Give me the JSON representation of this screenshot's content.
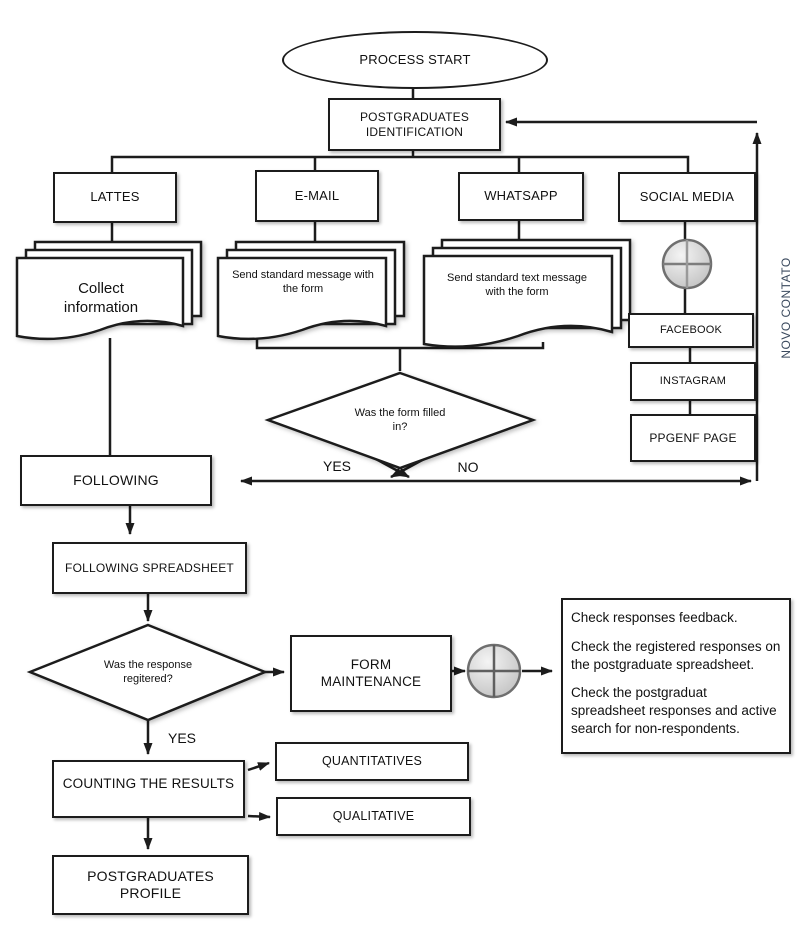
{
  "colors": {
    "stroke": "#1c1c1c",
    "connector_circle_border": "#6f6f6f",
    "connector_circle_fill": "#d9d9d9",
    "novo_contato_text": "#3b4a5e"
  },
  "nodes": {
    "process_start": "PROCESS START",
    "postgraduates_identification": "POSTGRADUATES IDENTIFICATION",
    "lattes": "LATTES",
    "email": "E-MAIL",
    "whatsapp": "WHATSAPP",
    "social_media": "SOCIAL MEDIA",
    "collect_information": "Collect information",
    "email_document": "Send standard message with the form",
    "whatsapp_document": "Send standard text message with the form",
    "facebook": "FACEBOOK",
    "instagram": "INSTAGRAM",
    "ppgenf_page": "PPGENF PAGE",
    "decision_form_filled": "Was the form filled in?",
    "yes_label": "YES",
    "no_label": "NO",
    "following": "FOLLOWING",
    "following_spreadsheet": "FOLLOWING SPREADSHEET",
    "decision_response_registered": "Was the response regitered?",
    "yes_label_2": "YES",
    "form_maintenance": "FORM MAINTENANCE",
    "counting_results": "COUNTING THE RESULTS",
    "quantitatives": "QUANTITATIVES",
    "qualitative": "QUALITATIVE",
    "postgraduates_profile": "POSTGRADUATES PROFILE",
    "novo_contato": "NOVO CONTATO"
  },
  "notes": {
    "lines": {
      "0": "Check responses feedback.",
      "1": "Check the registered responses on the postgraduate spreadsheet.",
      "2": "Check the postgraduat spreadsheet responses and active search for non-respondents."
    }
  }
}
